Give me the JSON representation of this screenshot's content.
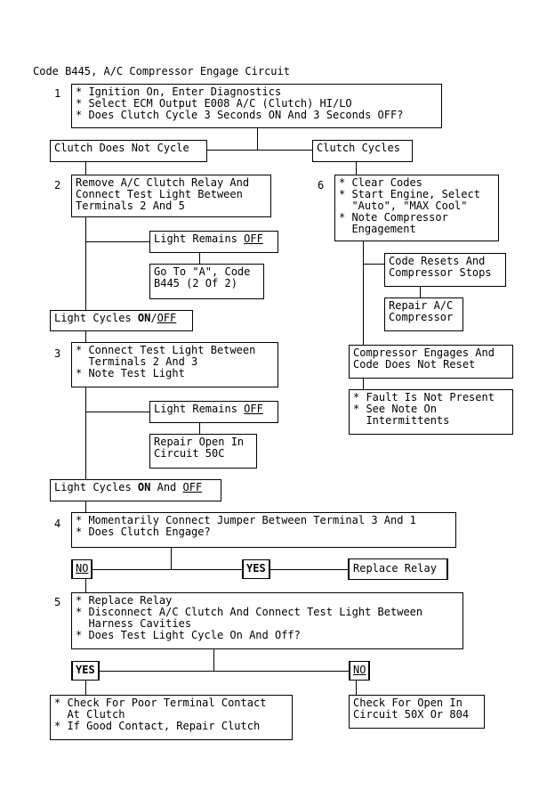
{
  "title": "Code B445, A/C Compressor Engage Circuit",
  "step_numbers": {
    "s1": "1",
    "s2": "2",
    "s3": "3",
    "s4": "4",
    "s5": "5",
    "s6": "6"
  },
  "step1": [
    "* Ignition On, Enter Diagnostics",
    "* Select ECM Output E008 A/C (Clutch) HI/LO",
    "* Does Clutch Cycle 3 Seconds ON And 3 Seconds OFF?"
  ],
  "clutch_not_cycle": "Clutch Does Not Cycle",
  "clutch_cycles": "Clutch Cycles",
  "step2": [
    "Remove A/C Clutch Relay And",
    "Connect Test Light Between",
    "Terminals 2 And 5"
  ],
  "light_remains_off_1": {
    "prefix": "Light Remains ",
    "emph": "OFF"
  },
  "goto_a": [
    "Go To \"A\", Code",
    "B445 (2 Of 2)"
  ],
  "light_cycles_on_off_1": {
    "prefix": "Light Cycles ",
    "on": "ON",
    "slash": "/",
    "off": "OFF"
  },
  "step3": [
    "* Connect Test Light Between",
    "  Terminals 2 And 3",
    "* Note Test Light"
  ],
  "light_remains_off_2": {
    "prefix": "Light Remains ",
    "emph": "OFF"
  },
  "repair_open_50c": [
    "Repair Open In",
    "Circuit 50C"
  ],
  "light_cycles_on_and_off": {
    "prefix": "Light Cycles ",
    "on": "ON",
    "and": " And ",
    "off": "OFF"
  },
  "step4": [
    "* Momentarily Connect Jumper Between Terminal 3 And 1",
    "* Does Clutch Engage?"
  ],
  "no_label": "NO",
  "yes_label": "YES",
  "replace_relay": "Replace Relay",
  "step5": [
    "* Replace Relay",
    "* Disconnect A/C Clutch And Connect Test Light Between",
    "  Harness Cavities",
    "* Does Test Light Cycle On And Off?"
  ],
  "check_poor_contact": [
    "* Check For Poor Terminal Contact",
    "  At Clutch",
    "* If Good Contact, Repair Clutch"
  ],
  "check_open_50x": [
    "Check For Open In",
    "Circuit 50X Or 804"
  ],
  "step6": [
    "* Clear Codes",
    "* Start Engine, Select",
    "  \"Auto\", \"MAX Cool\"",
    "* Note Compressor",
    "  Engagement"
  ],
  "code_resets": [
    "Code Resets And",
    "Compressor Stops"
  ],
  "repair_ac_compressor": [
    "Repair A/C",
    "Compressor"
  ],
  "compressor_engages": [
    "Compressor Engages And",
    "Code Does Not Reset"
  ],
  "fault_not_present": [
    "* Fault Is Not Present",
    "* See Note On",
    "  Intermittents"
  ]
}
